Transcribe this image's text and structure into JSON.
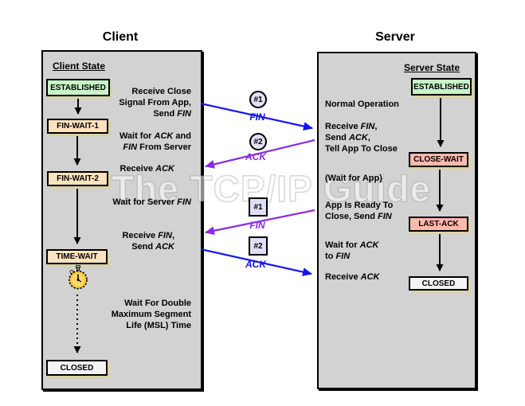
{
  "watermark": "The TCP/IP Guide",
  "client": {
    "title": "Client",
    "state_header": "Client State",
    "states": {
      "established": "ESTABLISHED",
      "fin_wait_1": "FIN-WAIT-1",
      "fin_wait_2": "FIN-WAIT-2",
      "time_wait": "TIME-WAIT",
      "closed": "CLOSED"
    },
    "annotations": {
      "receive_close": "Receive Close\nSignal From App,\nSend *FIN*",
      "wait_ack_fin": "Wait for *ACK* and\n*FIN* From Server",
      "receive_ack": "Receive *ACK*",
      "wait_server_fin": "Wait for Server *FIN*",
      "receive_fin_send_ack": "Receive *FIN*,\nSend *ACK*",
      "wait_msl": "Wait For Double\nMaximum Segment\nLife (MSL) Time"
    }
  },
  "server": {
    "title": "Server",
    "state_header": "Server State",
    "states": {
      "established": "ESTABLISHED",
      "close_wait": "CLOSE-WAIT",
      "last_ack": "LAST-ACK",
      "closed": "CLOSED"
    },
    "annotations": {
      "normal_operation": "Normal Operation",
      "receive_fin": "Receive *FIN*,\nSend *ACK*,\nTell App To Close",
      "wait_for_app": "(Wait for App)",
      "app_ready": "App Is Ready To\nClose, Send *FIN*",
      "wait_ack_to_fin": "Wait for *ACK*\nto *FIN*",
      "receive_ack": "Receive *ACK*"
    }
  },
  "messages": {
    "msg1": {
      "badge": "#1",
      "label": "FIN",
      "direction": "client-to-server",
      "color": "blue"
    },
    "msg2": {
      "badge": "#2",
      "label": "ACK",
      "direction": "server-to-client",
      "color": "purple"
    },
    "msg3": {
      "badge": "#1",
      "label": "FIN",
      "direction": "server-to-client",
      "color": "purple"
    },
    "msg4": {
      "badge": "#2",
      "label": "ACK",
      "direction": "client-to-server",
      "color": "blue"
    }
  },
  "colors": {
    "blue": "#1414f0",
    "purple": "#8a2be2",
    "panel_fill": "#d2d2d2",
    "established_fill": "#c9f4c9",
    "fin_wait_fill": "#fce2be",
    "close_wait_fill": "#ffb8ae",
    "closed_fill": "#f4f4f4",
    "badge_fill": "#dfdff5",
    "shadow": "#d9d2a6"
  }
}
